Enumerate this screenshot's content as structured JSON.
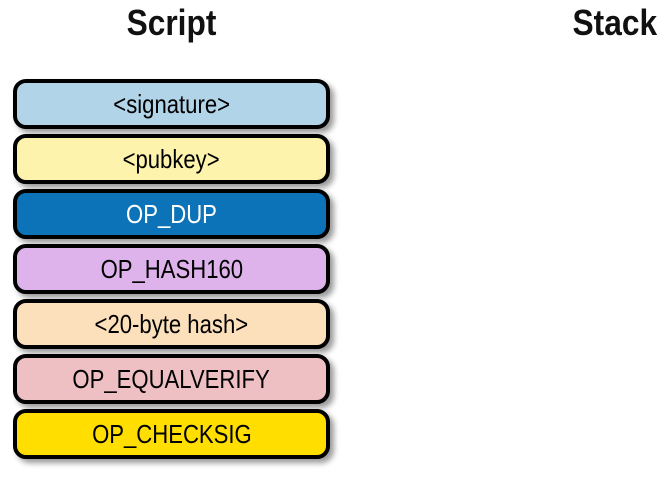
{
  "titles": {
    "script": "Script",
    "stack": "Stack"
  },
  "script_items": [
    {
      "label": "<signature>",
      "bg": "#b2d4e8",
      "text_color": "#000000"
    },
    {
      "label": "<pubkey>",
      "bg": "#fdf3ad",
      "text_color": "#000000"
    },
    {
      "label": "OP_DUP",
      "bg": "#0d73b8",
      "text_color": "#ffffff"
    },
    {
      "label": "OP_HASH160",
      "bg": "#deb3ec",
      "text_color": "#000000"
    },
    {
      "label": "<20-byte hash>",
      "bg": "#fcdfbb",
      "text_color": "#000000"
    },
    {
      "label": "OP_EQUALVERIFY",
      "bg": "#eebfc3",
      "text_color": "#000000"
    },
    {
      "label": "OP_CHECKSIG",
      "bg": "#ffde00",
      "text_color": "#000000"
    }
  ],
  "stack_items": [],
  "colors": {
    "border": "#000000",
    "background": "#ffffff",
    "title_text": "#111111"
  }
}
